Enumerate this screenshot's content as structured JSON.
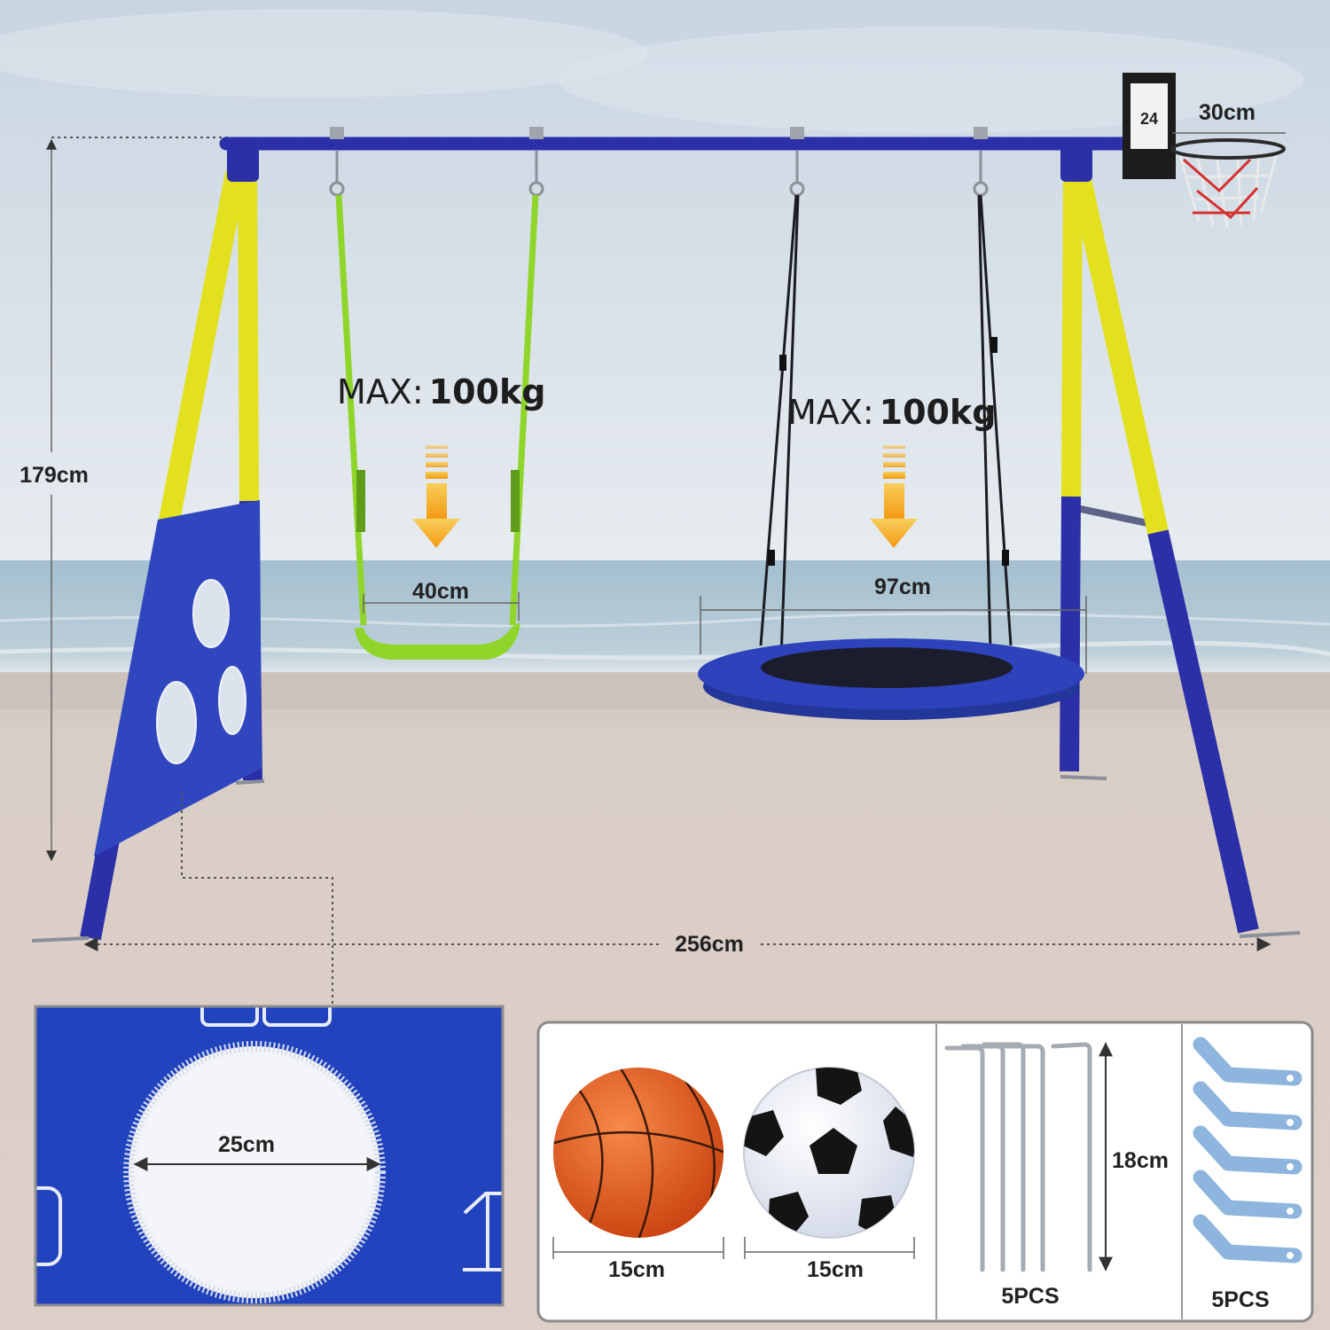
{
  "dimensions": {
    "height": "179cm",
    "width": "256cm",
    "hoop": "30cm",
    "swing_seat": "40cm",
    "nest_swing": "97cm",
    "net_hole": "25cm"
  },
  "left_swing": {
    "max_label": "MAX:",
    "max_value": "100kg"
  },
  "right_swing": {
    "max_label": "MAX:",
    "max_value": "100kg"
  },
  "backboard_number": "24",
  "accessories": {
    "basketball_size": "15cm",
    "soccer_ball_size": "15cm",
    "stake_length": "18cm",
    "stakes_qty": "5PCS",
    "brackets_qty": "5PCS"
  },
  "colors": {
    "frame_blue": "#2b30a8",
    "frame_yellow": "#e3e11e",
    "net_blue": "#2f46bf",
    "swing_green": "#8fd52a",
    "arrow_orange": "#f29a12",
    "nest_blue": "#2d42bb",
    "bracket_blue": "#8db5dd",
    "stake_gray": "#a5abb2"
  }
}
